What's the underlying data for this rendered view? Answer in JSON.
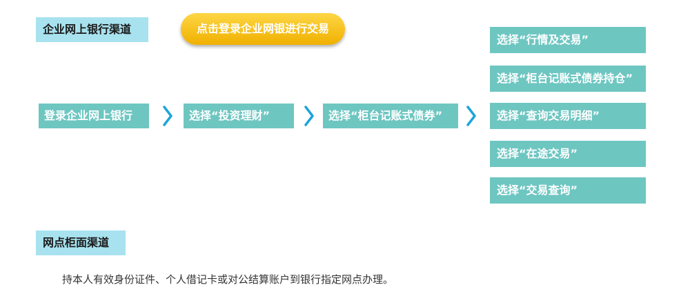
{
  "online_section": {
    "label": "企业网上银行渠道"
  },
  "login_button": {
    "label": "点击登录企业网银进行交易"
  },
  "steps": [
    {
      "label": "登录企业网上银行"
    },
    {
      "label": "选择“投资理财”"
    },
    {
      "label": "选择“柜台记账式债券”"
    }
  ],
  "options": [
    {
      "label": "选择“行情及交易”"
    },
    {
      "label": "选择“柜台记账式债券持仓”"
    },
    {
      "label": "选择“查询交易明细”"
    },
    {
      "label": "选择“在途交易”"
    },
    {
      "label": "选择“交易查询”"
    }
  ],
  "counter_section": {
    "label": "网点柜面渠道",
    "note": "持本人有效身份证件、个人借记卡或对公结算账户到银行指定网点办理。"
  },
  "colors": {
    "teal": "#6ec6c1",
    "light_cyan": "#a8e2ef",
    "gold": "#f5c21a",
    "chevron": "#1ea4d9"
  },
  "icons": {
    "step_separator": "chevron-right-icon"
  }
}
